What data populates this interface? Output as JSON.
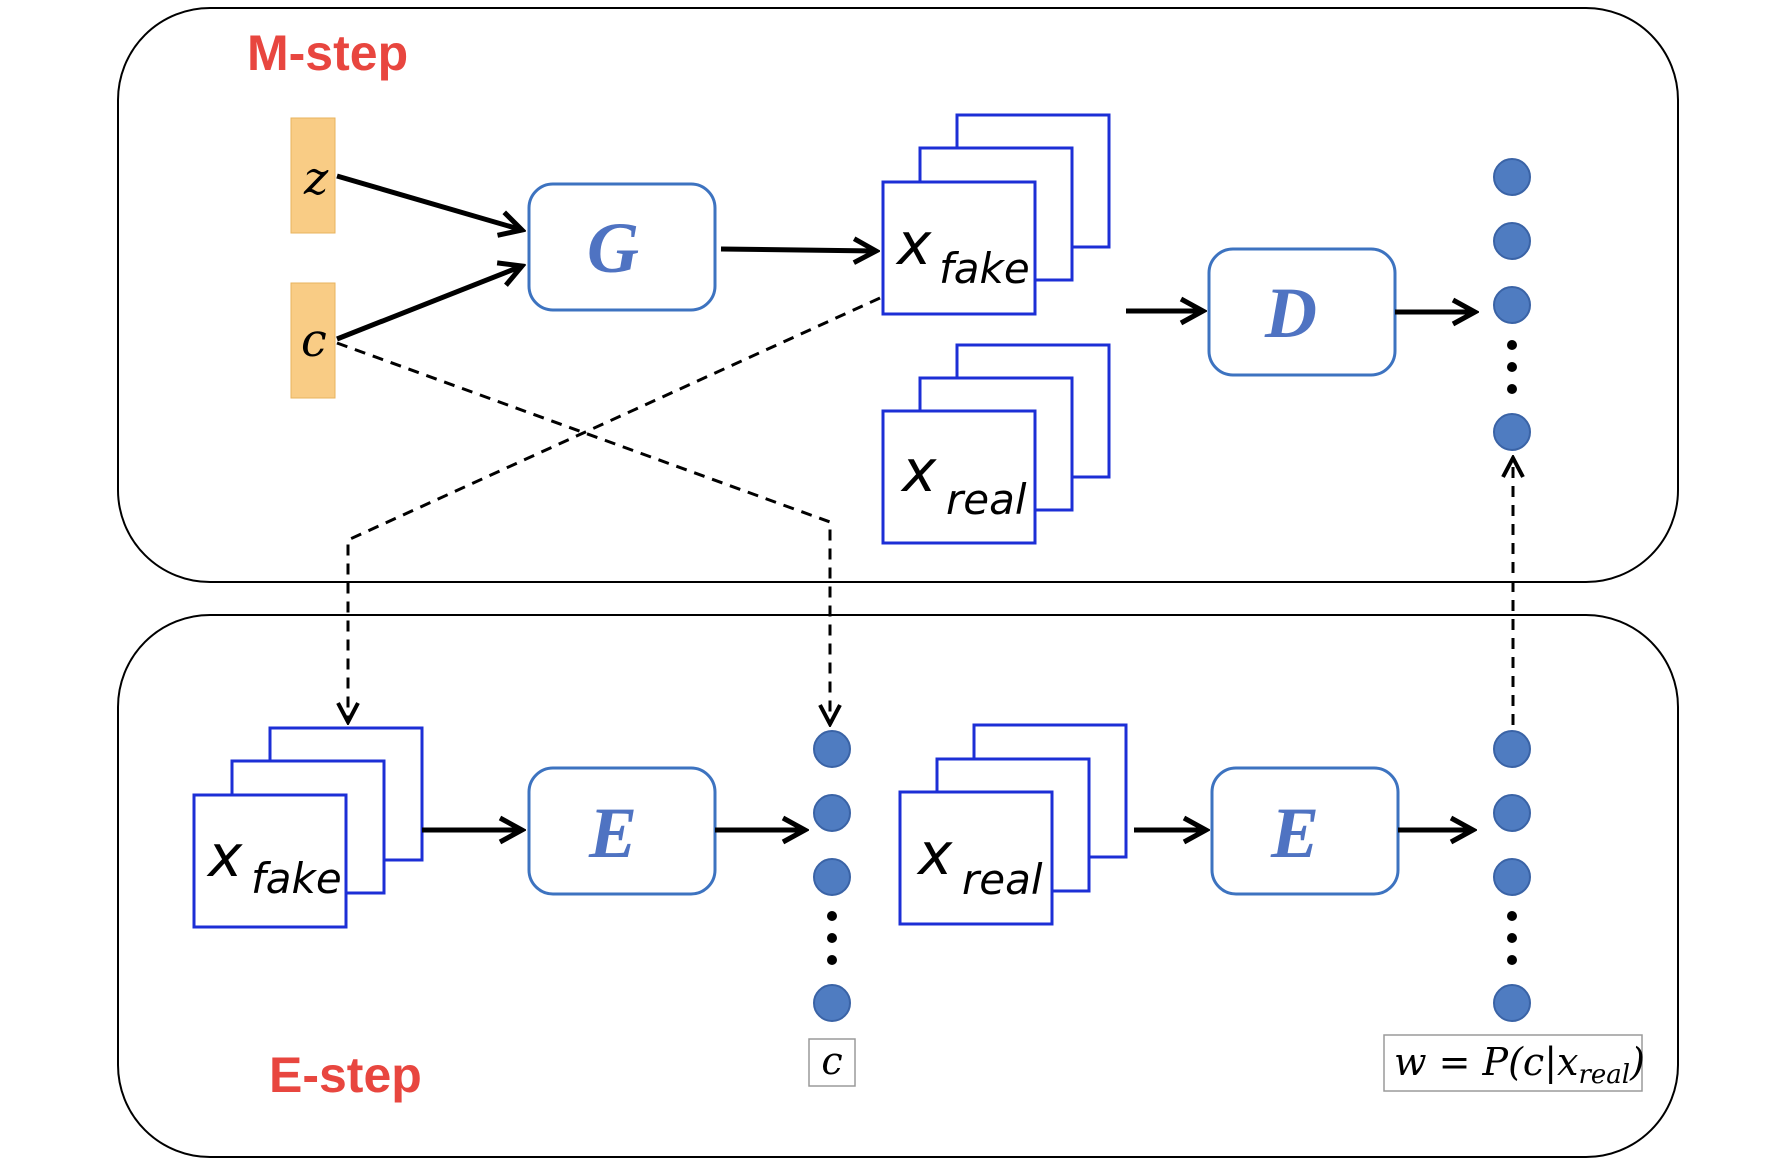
{
  "m_step": {
    "label": "M-step",
    "inputs": {
      "z": "z",
      "c": "c"
    },
    "generator": "G",
    "discriminator": "D",
    "fake_stack": {
      "symbol": "x",
      "subscript": "fake"
    },
    "real_stack": {
      "symbol": "x",
      "subscript": "real"
    }
  },
  "e_step": {
    "label": "E-step",
    "encoder_fake": "E",
    "encoder_real": "E",
    "fake_stack": {
      "symbol": "x",
      "subscript": "fake"
    },
    "real_stack": {
      "symbol": "x",
      "subscript": "real"
    },
    "c_output_label": "c",
    "w_formula": {
      "prefix": "w = P(c|x",
      "subscript": "real",
      "suffix": ")"
    }
  },
  "colors": {
    "step_label": "#e8463f",
    "network_box": "#3d73c0",
    "network_text": "#4f73c2",
    "image_stack": "#1c2fd6",
    "input_fill": "#f9cc85",
    "node_fill": "#4f7cc1"
  },
  "icons": {
    "input_vector": "orange-rectangle",
    "output_node": "blue-circle",
    "image_stack": "stacked-squares"
  }
}
